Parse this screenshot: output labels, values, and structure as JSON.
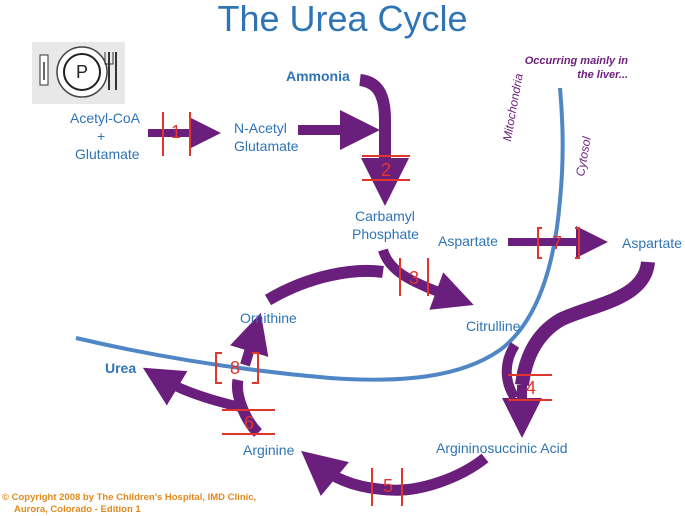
{
  "title": "The Urea Cycle",
  "note": "Occurring mainly in the liver...",
  "compartments": {
    "mitochondria": "Mitochondria",
    "cytosol": "Cytosol"
  },
  "metabolites": {
    "acetyl_coa": "Acetyl-CoA",
    "plus": "+",
    "glutamate": "Glutamate",
    "n_acetyl": "N-Acetyl",
    "glutamate2": "Glutamate",
    "ammonia": "Ammonia",
    "carbamyl": "Carbamyl",
    "phosphate": "Phosphate",
    "aspartate_in": "Aspartate",
    "aspartate_out": "Aspartate",
    "ornithine": "Ornithine",
    "citrulline": "Citrulline",
    "urea": "Urea",
    "argininosuccinic": "Argininosuccinic Acid",
    "arginine": "Arginine"
  },
  "steps": [
    "1",
    "2",
    "3",
    "4",
    "5",
    "6",
    "7",
    "8"
  ],
  "plate_letter": "P",
  "copyright_line1": "© Copyright 2008 by The Children's Hospital, IMD Clinic,",
  "copyright_line2": "Aurora, Colorado - Edition 1",
  "colors": {
    "arrow": "#6b1f7c",
    "membrane": "#4f86c6",
    "text": "#2f74b5",
    "step": "#e0362c",
    "copyright": "#e08a1e"
  }
}
